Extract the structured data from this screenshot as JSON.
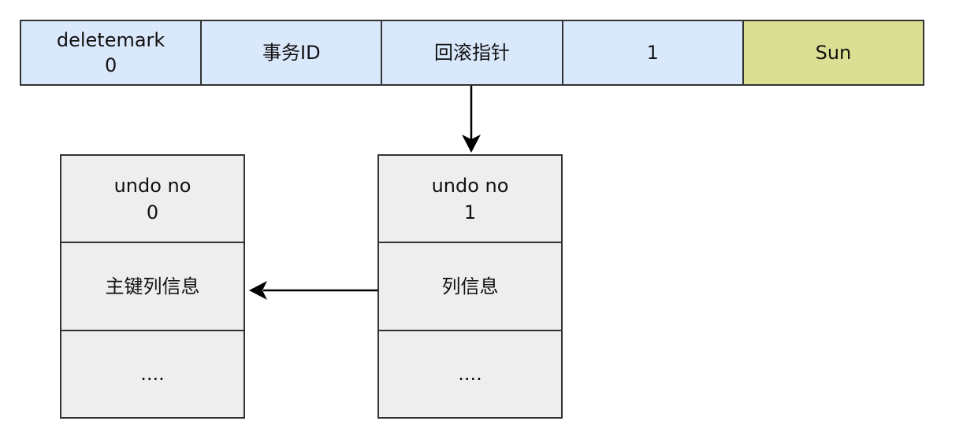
{
  "record": {
    "cells": [
      {
        "line1": "deletemark",
        "line2": "0"
      },
      {
        "line1": "事务ID"
      },
      {
        "line1": "回滚指针"
      },
      {
        "line1": "1"
      },
      {
        "line1": "Sun"
      }
    ]
  },
  "undo_logs": [
    {
      "undo_no_label": "undo no",
      "undo_no_value": "0",
      "info": "主键列信息",
      "ellipsis": "...."
    },
    {
      "undo_no_label": "undo no",
      "undo_no_value": "1",
      "info": "列信息",
      "ellipsis": "...."
    }
  ],
  "colors": {
    "record_cell": "#dae8fc",
    "highlight_cell": "#dbdf93",
    "undo_block": "#eeeeee",
    "border": "#333333"
  }
}
